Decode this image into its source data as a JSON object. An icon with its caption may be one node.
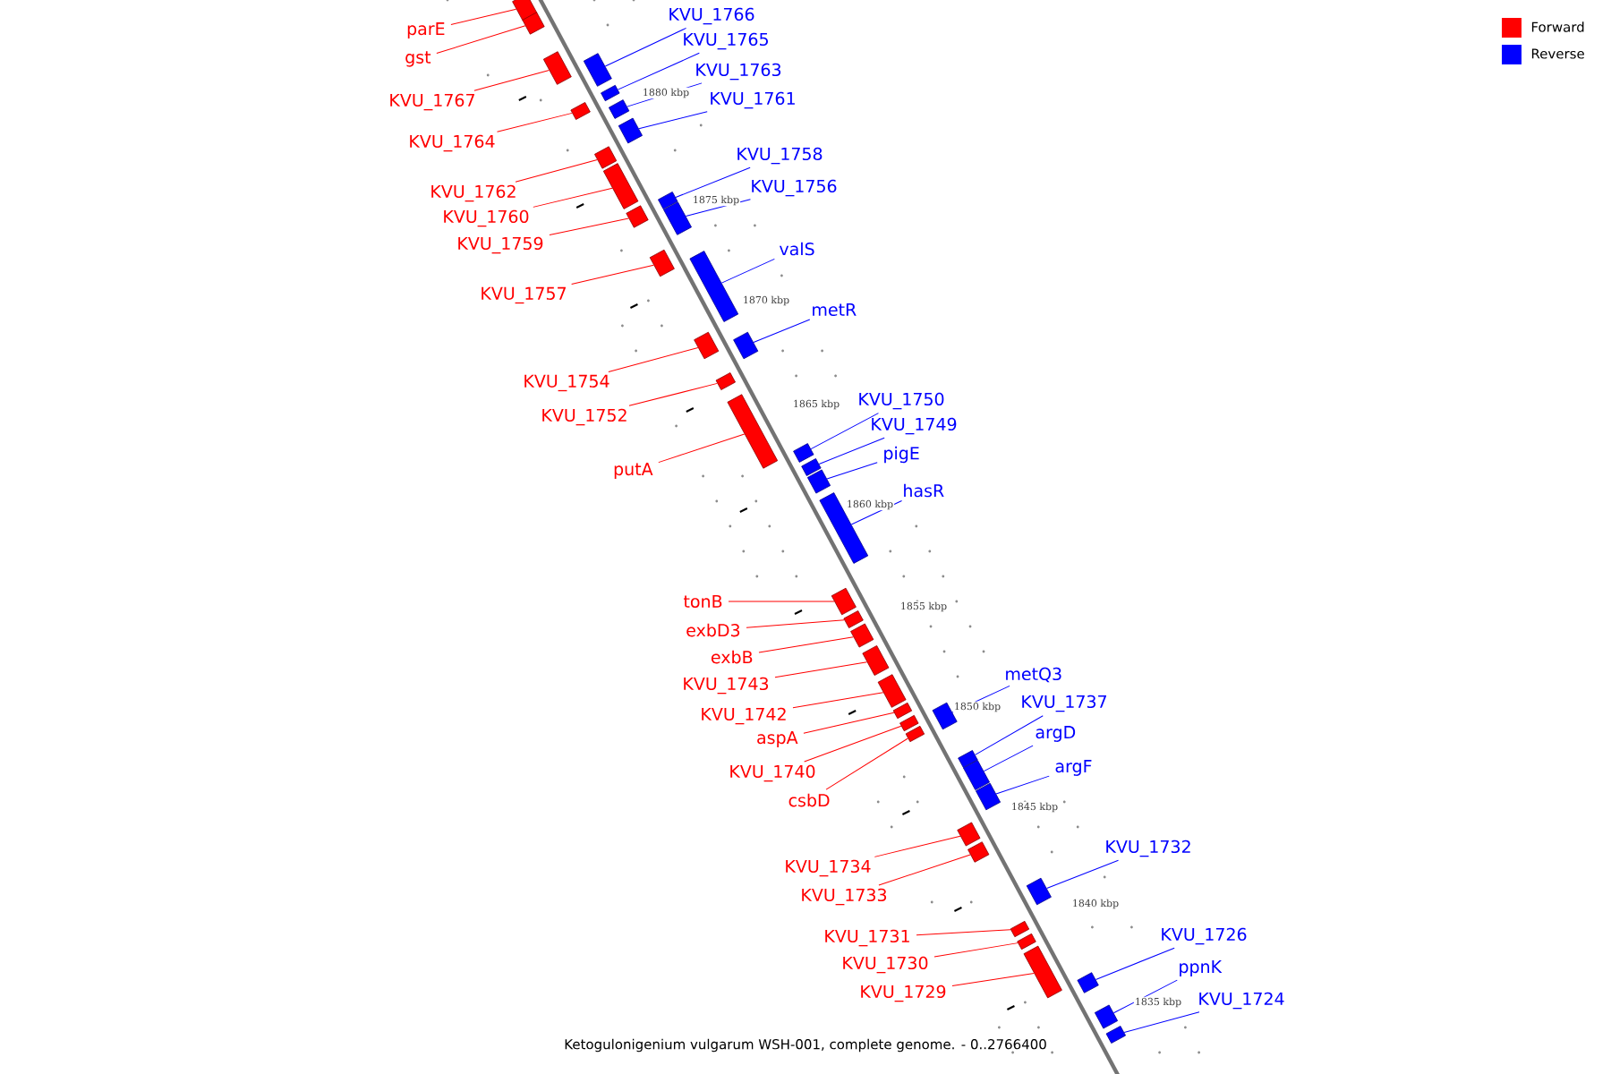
{
  "diagram": {
    "caption": "Ketogulonigenium vulgarum WSH-001, complete genome. - 0..2766400",
    "nodes": [
      {
        "text": [
          "KVU_1766"
        ]
      },
      {
        "text": [],
        "shape": "bar"
      },
      {
        "text": [
          "parE"
        ]
      },
      {
        "text": [],
        "shape": "bar"
      },
      {
        "text": [
          "KVU_1765"
        ]
      },
      {
        "text": [],
        "shape": "bar"
      },
      {
        "text": [
          "gst"
        ]
      },
      {
        "text": [],
        "shape": "bar"
      },
      {
        "text": [
          "KVU_1763"
        ]
      },
      {
        "text": [],
        "shape": "bar"
      },
      {
        "text": [
          "KVU_1761"
        ]
      },
      {
        "text": [],
        "shape": "bar"
      },
      {
        "text": [
          "KVU_1767"
        ]
      },
      {
        "text": [],
        "shape": "bar"
      },
      {
        "text": [
          "KVU_1764"
        ]
      },
      {
        "text": [],
        "shape": "bar"
      },
      {
        "text": [
          "KVU_1758"
        ]
      },
      {
        "text": [],
        "shape": "bar"
      },
      {
        "text": [
          "KVU_1756"
        ]
      },
      {
        "text": [],
        "shape": "bar"
      },
      {
        "text": [
          "KVU_1762"
        ]
      },
      {
        "text": [],
        "shape": "bar"
      },
      {
        "text": [
          "KVU_1760"
        ]
      },
      {
        "text": [],
        "shape": "bar"
      },
      {
        "text": [
          "KVU_1759"
        ]
      },
      {
        "text": [],
        "shape": "bar"
      },
      {
        "text": [
          "valS"
        ]
      },
      {
        "text": [],
        "shape": "bar"
      },
      {
        "text": [
          "KVU_1757"
        ]
      },
      {
        "text": [],
        "shape": "bar"
      },
      {
        "text": [
          "metR"
        ]
      },
      {
        "text": [],
        "shape": "bar"
      },
      {
        "text": [
          "KVU_1754"
        ]
      },
      {
        "text": [],
        "shape": "bar"
      },
      {
        "text": [
          "KVU_1750"
        ]
      },
      {
        "text": [],
        "shape": "bar"
      },
      {
        "text": [
          "KVU_1752"
        ]
      },
      {
        "text": [],
        "shape": "bar"
      },
      {
        "text": [
          "KVU_1749"
        ]
      },
      {
        "text": [],
        "shape": "bar"
      },
      {
        "text": [
          "pigE"
        ]
      },
      {
        "text": [],
        "shape": "bar"
      },
      {
        "text": [
          "putA"
        ]
      },
      {
        "text": [],
        "shape": "bar"
      },
      {
        "text": [
          "hasR"
        ]
      },
      {
        "text": [],
        "shape": "bar"
      },
      {
        "text": [
          "tonB"
        ]
      },
      {
        "text": [],
        "shape": "bar"
      },
      {
        "text": [
          "exbD3"
        ]
      },
      {
        "text": [],
        "shape": "bar"
      },
      {
        "text": [
          "exbB"
        ]
      },
      {
        "text": [],
        "shape": "bar"
      },
      {
        "text": [
          "metQ3"
        ]
      },
      {
        "text": [],
        "shape": "bar"
      },
      {
        "text": [
          "KVU_1743"
        ]
      },
      {
        "text": [],
        "shape": "bar"
      },
      {
        "text": [
          "KVU_1737"
        ]
      },
      {
        "text": [],
        "shape": "bar"
      },
      {
        "text": [
          "KVU_1742"
        ]
      },
      {
        "text": [],
        "shape": "bar"
      },
      {
        "text": [
          "argD"
        ]
      },
      {
        "text": [],
        "shape": "bar"
      },
      {
        "text": [
          "aspA"
        ]
      },
      {
        "text": [],
        "shape": "bar"
      },
      {
        "text": [
          "argF"
        ]
      },
      {
        "text": [],
        "shape": "bar"
      },
      {
        "text": [
          "KVU_1740"
        ]
      },
      {
        "text": [],
        "shape": "bar"
      },
      {
        "text": [
          "csbD"
        ]
      },
      {
        "text": [],
        "shape": "bar"
      },
      {
        "text": [
          "KVU_1732"
        ]
      },
      {
        "text": [],
        "shape": "bar"
      },
      {
        "text": [
          "KVU_1734"
        ]
      },
      {
        "text": [],
        "shape": "bar"
      },
      {
        "text": [
          "KVU_1733"
        ]
      },
      {
        "text": [],
        "shape": "bar"
      },
      {
        "text": [
          "KVU_1726"
        ]
      },
      {
        "text": [],
        "shape": "bar"
      },
      {
        "text": [
          "KVU_1731"
        ]
      },
      {
        "text": [],
        "shape": "bar"
      },
      {
        "text": [
          "KVU_1730"
        ]
      },
      {
        "text": [],
        "shape": "bar"
      },
      {
        "text": [
          "ppnK"
        ]
      },
      {
        "text": [],
        "shape": "bar"
      },
      {
        "text": [
          "KVU_1729"
        ]
      },
      {
        "text": [],
        "shape": "bar"
      },
      {
        "text": [
          "KVU_1724"
        ]
      },
      {
        "text": [],
        "shape": "bar"
      }
    ],
    "edges": [
      {
        "from": 0,
        "to": 1,
        "arrow": "none",
        "color": "#0000ff"
      },
      {
        "from": 2,
        "to": 3,
        "arrow": "none",
        "color": "#ff0000"
      },
      {
        "from": 4,
        "to": 5,
        "arrow": "none",
        "color": "#0000ff"
      },
      {
        "from": 6,
        "to": 7,
        "arrow": "none",
        "color": "#ff0000"
      },
      {
        "from": 8,
        "to": 9,
        "arrow": "none",
        "color": "#0000ff"
      },
      {
        "from": 10,
        "to": 11,
        "arrow": "none",
        "color": "#0000ff"
      },
      {
        "from": 12,
        "to": 13,
        "arrow": "none",
        "color": "#ff0000"
      },
      {
        "from": 14,
        "to": 15,
        "arrow": "none",
        "color": "#ff0000"
      },
      {
        "from": 16,
        "to": 17,
        "arrow": "none",
        "color": "#0000ff"
      },
      {
        "from": 18,
        "to": 19,
        "arrow": "none",
        "color": "#0000ff"
      },
      {
        "from": 20,
        "to": 21,
        "arrow": "none",
        "color": "#ff0000"
      },
      {
        "from": 22,
        "to": 23,
        "arrow": "none",
        "color": "#ff0000"
      },
      {
        "from": 24,
        "to": 25,
        "arrow": "none",
        "color": "#ff0000"
      },
      {
        "from": 26,
        "to": 27,
        "arrow": "none",
        "color": "#0000ff"
      },
      {
        "from": 28,
        "to": 29,
        "arrow": "none",
        "color": "#ff0000"
      },
      {
        "from": 30,
        "to": 31,
        "arrow": "none",
        "color": "#0000ff"
      },
      {
        "from": 32,
        "to": 33,
        "arrow": "none",
        "color": "#ff0000"
      },
      {
        "from": 34,
        "to": 35,
        "arrow": "none",
        "color": "#0000ff"
      },
      {
        "from": 36,
        "to": 37,
        "arrow": "none",
        "color": "#ff0000"
      },
      {
        "from": 38,
        "to": 39,
        "arrow": "none",
        "color": "#0000ff"
      },
      {
        "from": 40,
        "to": 41,
        "arrow": "none",
        "color": "#0000ff"
      },
      {
        "from": 42,
        "to": 43,
        "arrow": "none",
        "color": "#ff0000"
      },
      {
        "from": 44,
        "to": 45,
        "arrow": "none",
        "color": "#0000ff"
      },
      {
        "from": 46,
        "to": 47,
        "arrow": "none",
        "color": "#ff0000"
      },
      {
        "from": 48,
        "to": 49,
        "arrow": "none",
        "color": "#ff0000"
      },
      {
        "from": 50,
        "to": 51,
        "arrow": "none",
        "color": "#ff0000"
      },
      {
        "from": 52,
        "to": 53,
        "arrow": "none",
        "color": "#0000ff"
      },
      {
        "from": 54,
        "to": 55,
        "arrow": "none",
        "color": "#ff0000"
      },
      {
        "from": 56,
        "to": 57,
        "arrow": "none",
        "color": "#0000ff"
      },
      {
        "from": 58,
        "to": 59,
        "arrow": "none",
        "color": "#ff0000"
      },
      {
        "from": 60,
        "to": 61,
        "arrow": "none",
        "color": "#0000ff"
      },
      {
        "from": 62,
        "to": 63,
        "arrow": "none",
        "color": "#ff0000"
      },
      {
        "from": 64,
        "to": 65,
        "arrow": "none",
        "color": "#0000ff"
      },
      {
        "from": 66,
        "to": 67,
        "arrow": "none",
        "color": "#ff0000"
      },
      {
        "from": 68,
        "to": 69,
        "arrow": "none",
        "color": "#ff0000"
      },
      {
        "from": 70,
        "to": 71,
        "arrow": "none",
        "color": "#0000ff"
      },
      {
        "from": 72,
        "to": 73,
        "arrow": "none",
        "color": "#ff0000"
      },
      {
        "from": 74,
        "to": 75,
        "arrow": "none",
        "color": "#ff0000"
      },
      {
        "from": 76,
        "to": 77,
        "arrow": "none",
        "color": "#0000ff"
      },
      {
        "from": 78,
        "to": 79,
        "arrow": "none",
        "color": "#ff0000"
      },
      {
        "from": 80,
        "to": 81,
        "arrow": "none",
        "color": "#ff0000"
      },
      {
        "from": 82,
        "to": 83,
        "arrow": "none",
        "color": "#0000ff"
      },
      {
        "from": 84,
        "to": 85,
        "arrow": "none",
        "color": "#ff0000"
      },
      {
        "from": 86,
        "to": 87,
        "arrow": "none",
        "color": "#0000ff"
      }
    ],
    "labels": [
      "1880 kbp",
      "1875 kbp",
      "1870 kbp",
      "1865 kbp",
      "1860 kbp",
      "1855 kbp",
      "1850 kbp",
      "1845 kbp",
      "1840 kbp",
      "1835 kbp"
    ],
    "legend": [
      {
        "text": "Forward",
        "color": "#ff0000"
      },
      {
        "text": "Reverse",
        "color": "#0000ff"
      }
    ]
  }
}
